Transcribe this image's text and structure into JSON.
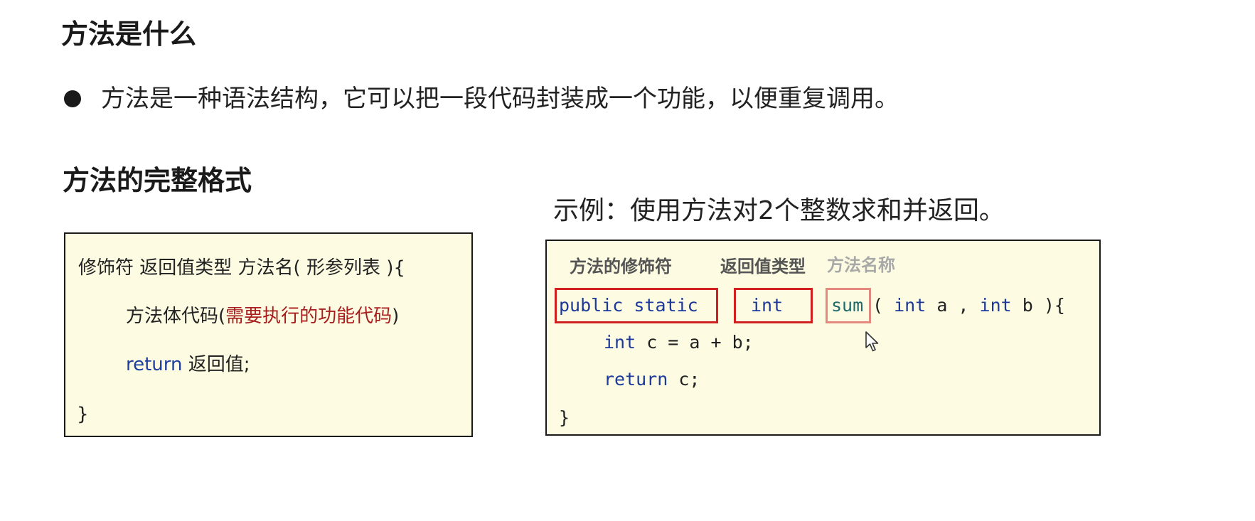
{
  "title": "方法是什么",
  "bullet_text": "方法是一种语法结构，它可以把一段代码封装成一个功能，以便重复调用。",
  "section_title": "方法的完整格式",
  "format_box": {
    "line1": "修饰符  返回值类型  方法名( 形参列表 ){",
    "line2_prefix": "方法体代码(",
    "line2_highlight": "需要执行的功能代码",
    "line2_suffix": ")",
    "line3_keyword": "return",
    "line3_rest": " 返回值;",
    "line4": "}"
  },
  "example": {
    "caption": "示例：使用方法对2个整数求和并返回。",
    "annotations": {
      "modifier": "方法的修饰符",
      "return_type": "返回值类型",
      "method_name": "方法名称"
    },
    "code": {
      "modifier": "public static",
      "return_type": "int",
      "name": "sum",
      "params": [
        {
          "text": " ( "
        },
        {
          "text": "int",
          "kw": true
        },
        {
          "text": " a , "
        },
        {
          "text": "int",
          "kw": true
        },
        {
          "text": " b ){"
        }
      ],
      "line2_kw": "int",
      "line2_rest": " c = a + b;",
      "line3_kw": "return",
      "line3_rest": " c;",
      "line4": "}"
    }
  },
  "colors": {
    "box_background": "#fdfce2",
    "keyword": "#1d3a9a",
    "highlight_text": "#a81e1e",
    "highlight_border": "#d21f1f",
    "highlight_border_light": "#e3897d",
    "method_name_text": "#1f6b6b"
  },
  "icons": [
    "mouse-cursor-icon"
  ]
}
